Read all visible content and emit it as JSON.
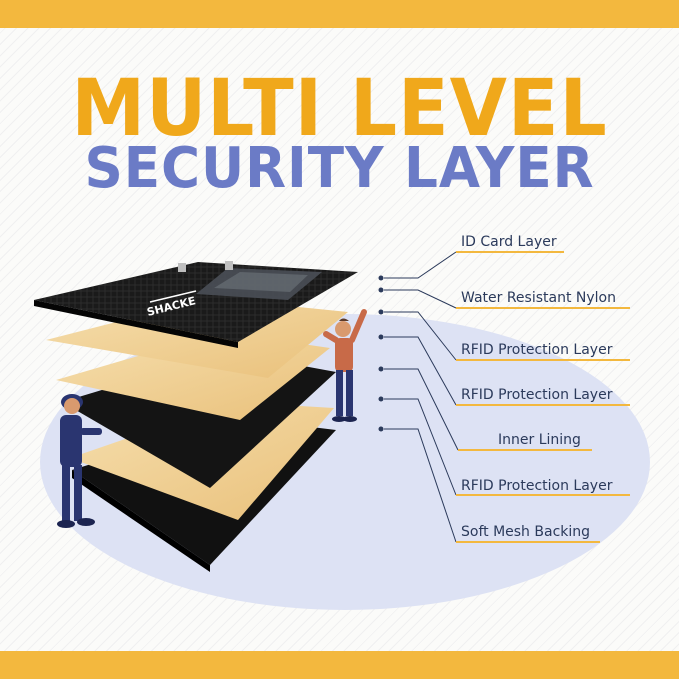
{
  "title": {
    "line1": "MULTI LEVEL",
    "line2": "SECURITY LAYER"
  },
  "brand_text": "SHACKE",
  "layers": [
    "ID Card Layer",
    "Water Resistant Nylon",
    "RFID Protection Layer",
    "RFID Protection Layer",
    "Inner Lining",
    "RFID Protection Layer",
    "Soft Mesh Backing"
  ],
  "colors": {
    "top_bar": "#f3b83e",
    "title_orange": "#f0a81b",
    "title_blue": "#6b7bc6",
    "ellipse": "#dde2f4",
    "callout_line": "#2b3a5b",
    "label_underline": "#f3b83e",
    "layer_beige": "#f1d399",
    "layer_black": "#111111"
  }
}
